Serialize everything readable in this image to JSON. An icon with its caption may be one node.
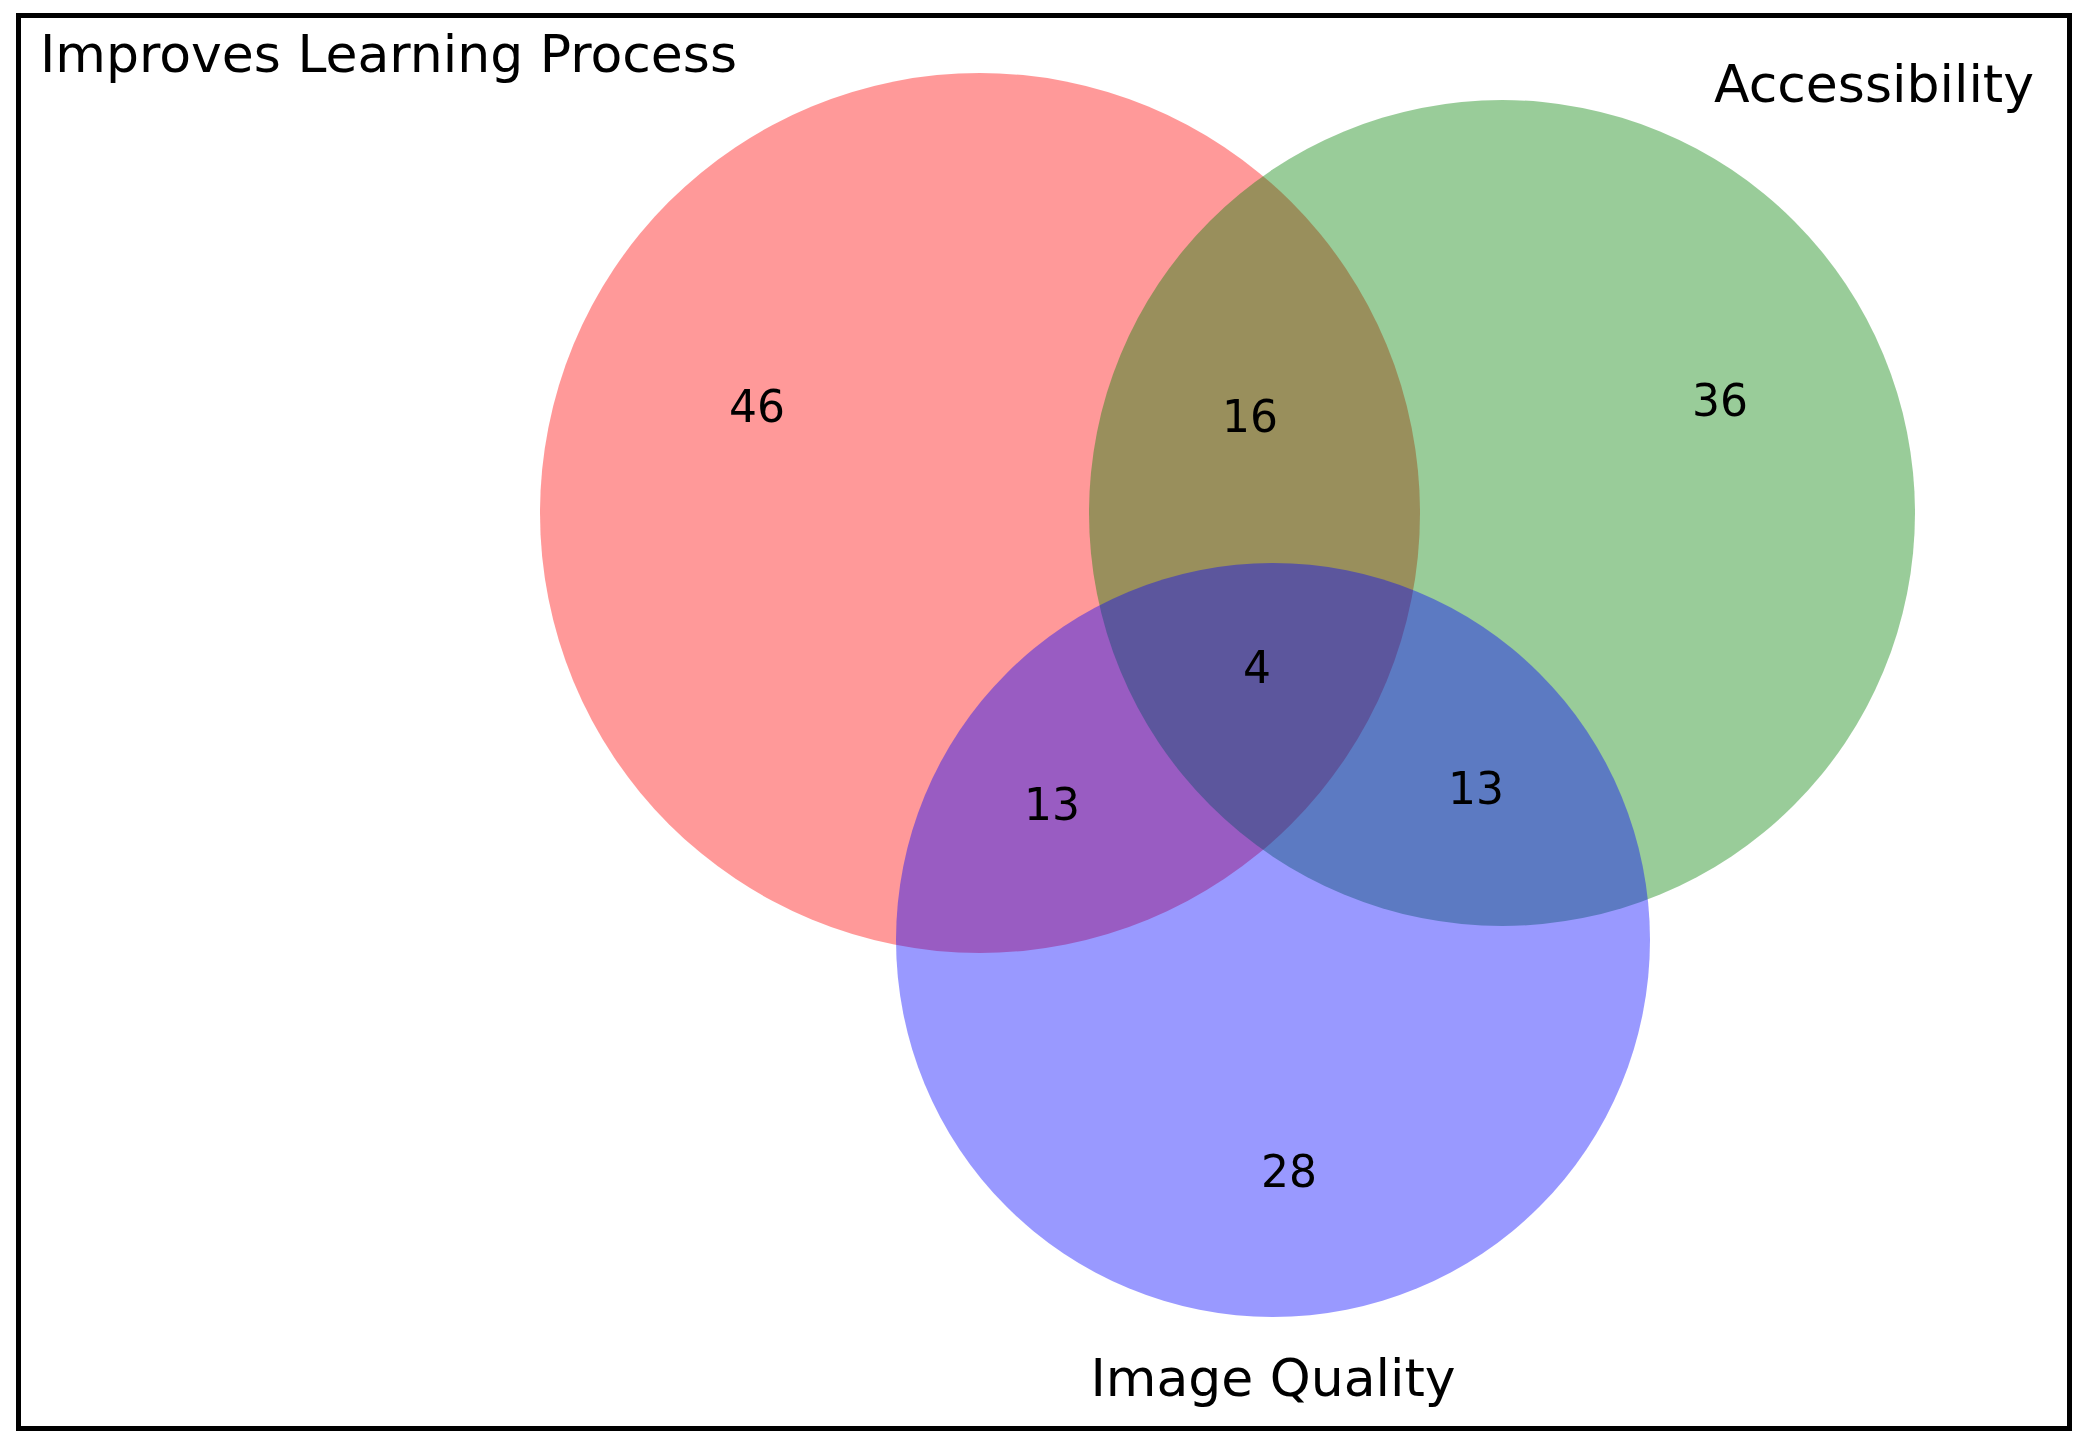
{
  "diagram": {
    "nodes": [
      {
        "text": [
          "Improves Learning Process"
        ]
      },
      {
        "text": [
          "Accessibility"
        ]
      },
      {
        "text": [
          "Image Quality"
        ]
      }
    ],
    "edges": [],
    "labels": [
      "46",
      "16",
      "36",
      "4",
      "13",
      "13",
      "28"
    ]
  }
}
